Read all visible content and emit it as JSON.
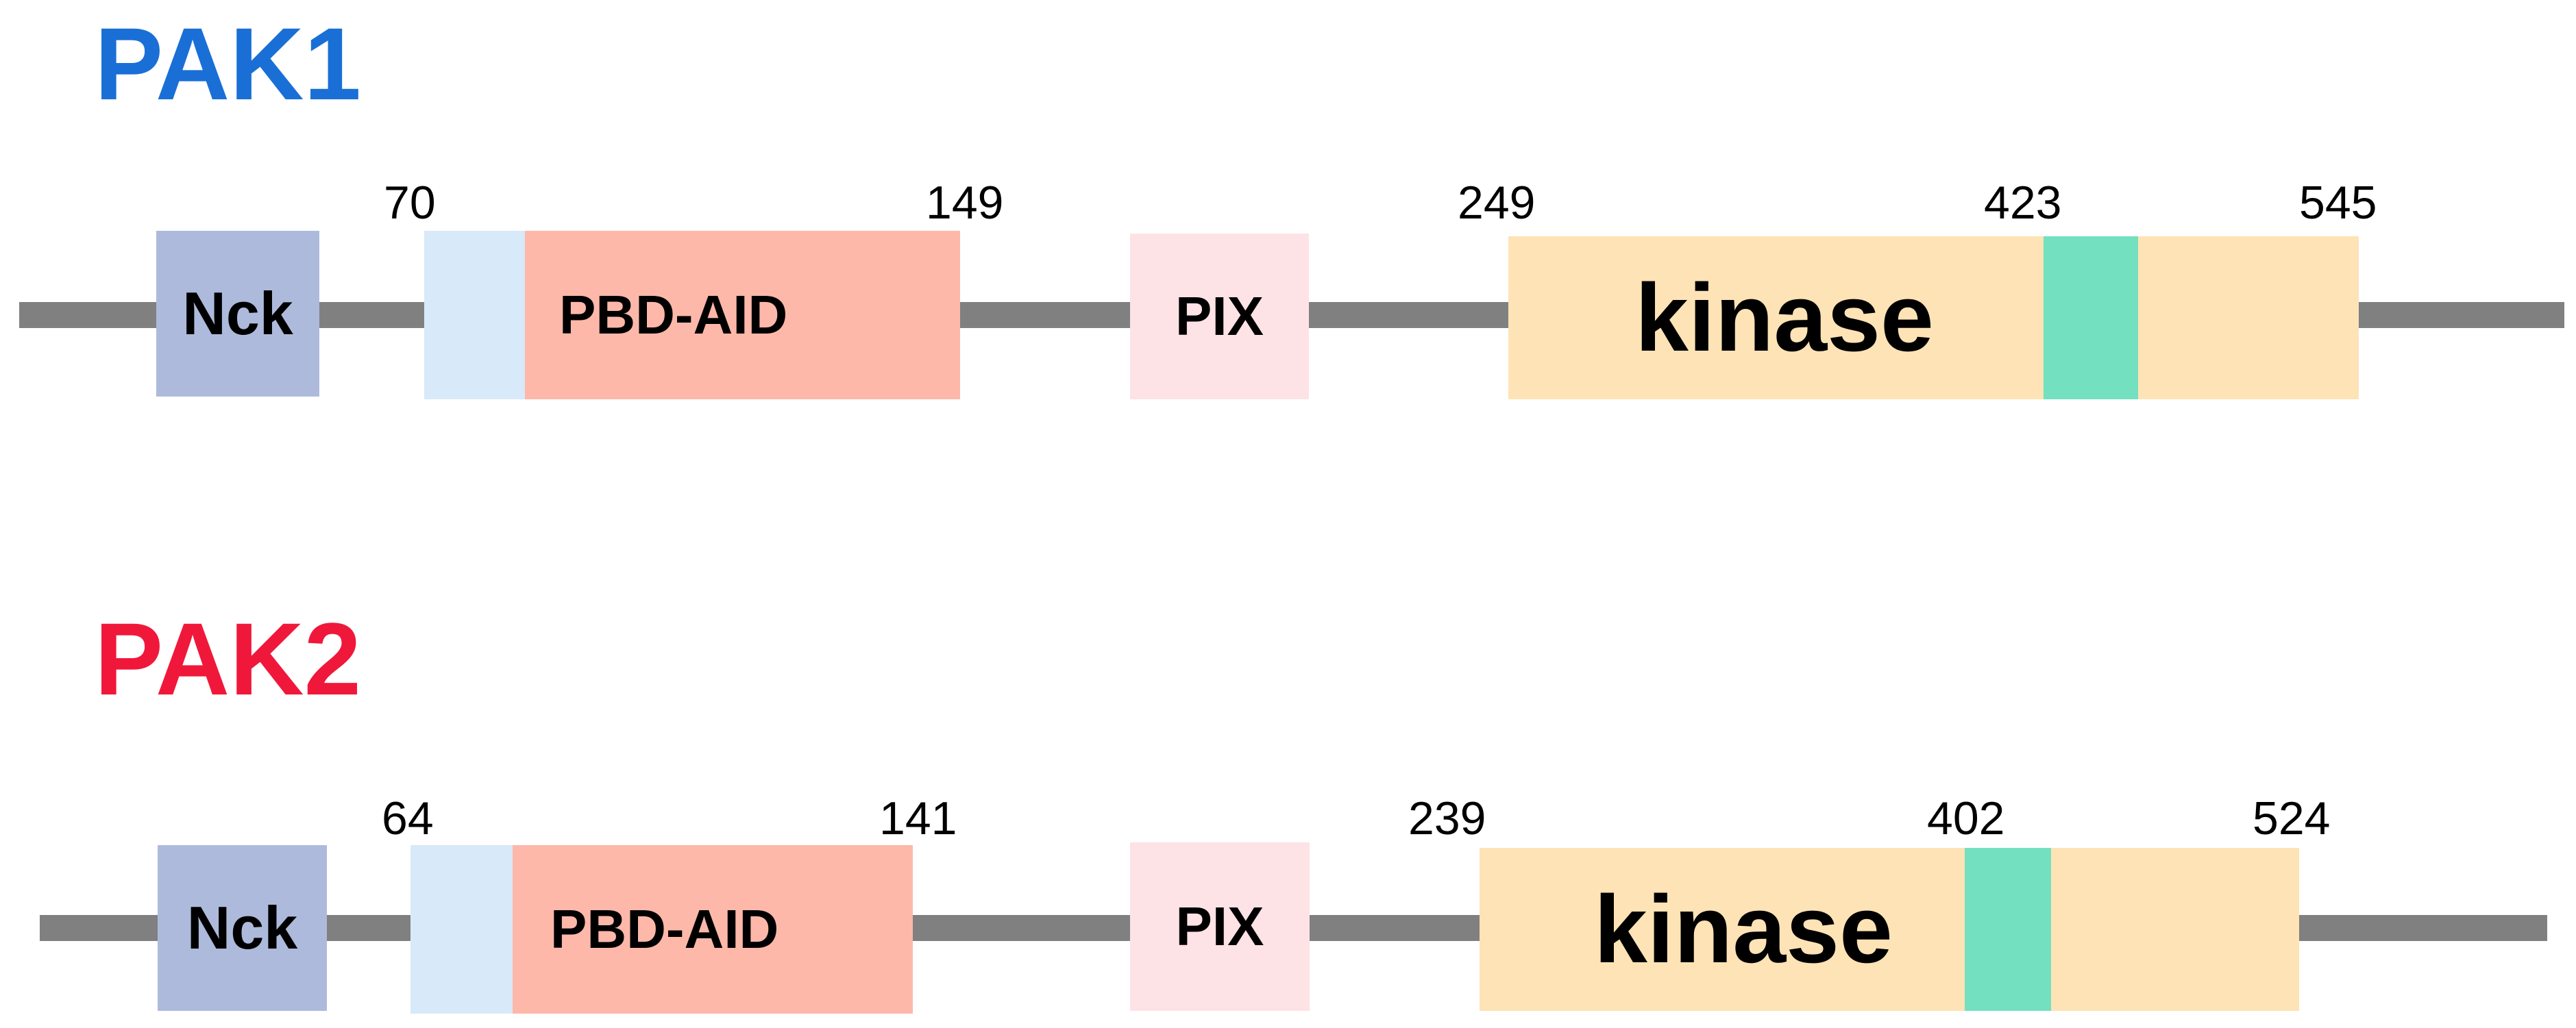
{
  "colors": {
    "pak1_title": "#1a6fd6",
    "pak2_title": "#f0183a",
    "backbone": "#808080",
    "nck": "#aebadb",
    "pre_pbd": "#d8e9f9",
    "pbd_aid": "#fdb8aa",
    "pix": "#fde2e6",
    "kinase": "#fde3b5",
    "kinase_segment": "#73e0c0"
  },
  "proteins": [
    {
      "name": "PAK1",
      "domains": {
        "nck": "Nck",
        "pbd_aid": "PBD-AID",
        "pix": "PIX",
        "kinase": "kinase"
      },
      "positions": [
        "70",
        "149",
        "249",
        "423",
        "545"
      ]
    },
    {
      "name": "PAK2",
      "domains": {
        "nck": "Nck",
        "pbd_aid": "PBD-AID",
        "pix": "PIX",
        "kinase": "kinase"
      },
      "positions": [
        "64",
        "141",
        "239",
        "402",
        "524"
      ]
    }
  ]
}
